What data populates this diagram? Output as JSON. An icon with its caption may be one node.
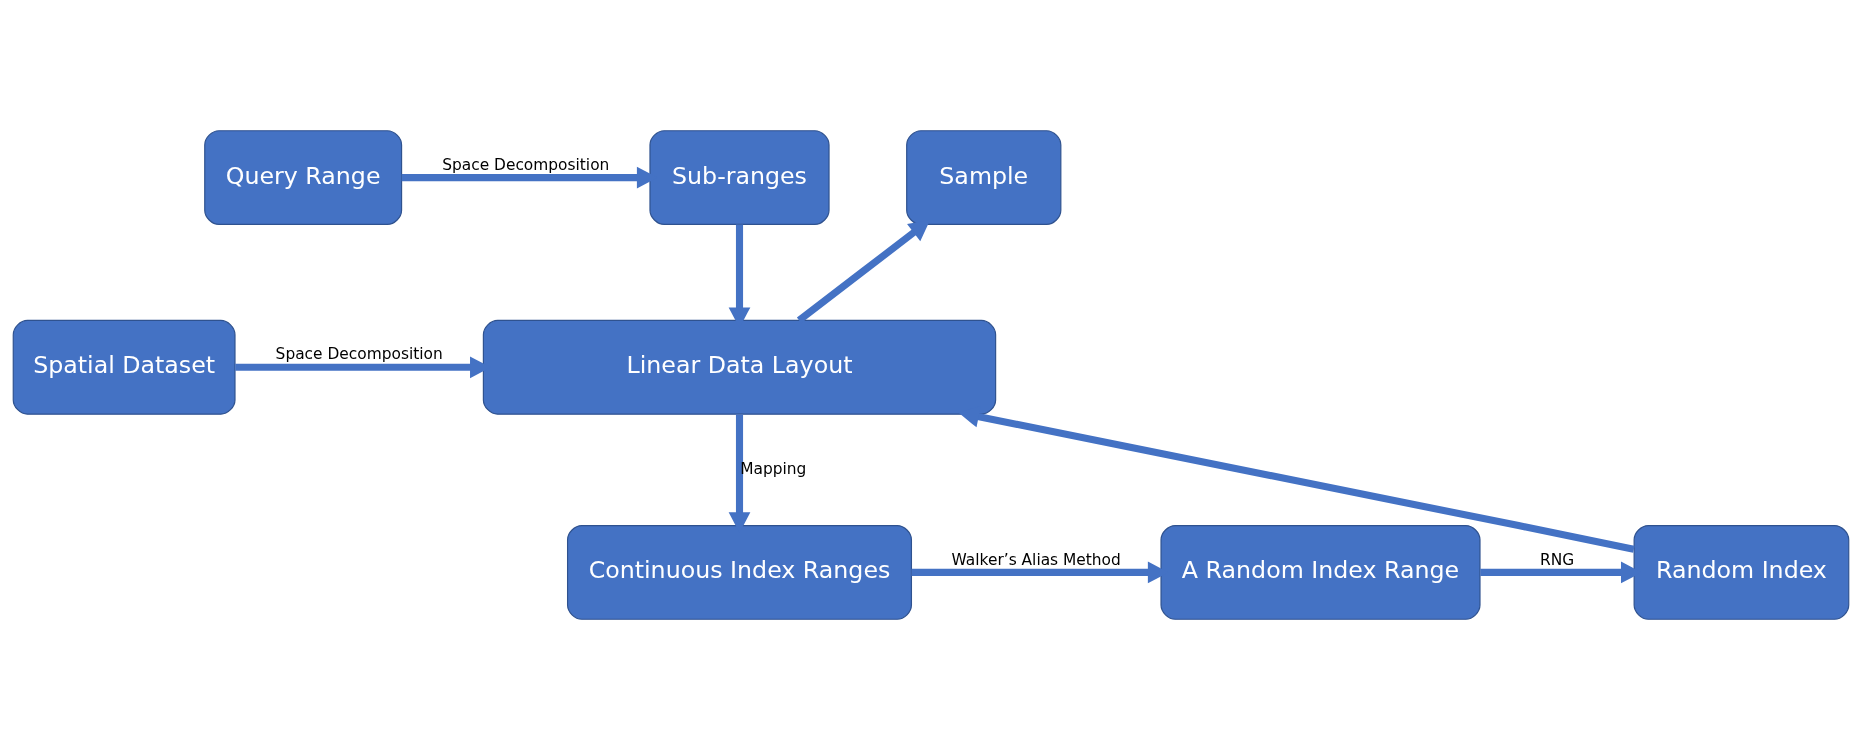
{
  "diagram": {
    "nodes": [
      {
        "text": [
          "Query Range"
        ]
      },
      {
        "text": [
          "Sub-ranges"
        ]
      },
      {
        "text": [
          "Sample"
        ]
      },
      {
        "text": [
          "Spatial Dataset"
        ]
      },
      {
        "text": [
          "Linear Data Layout"
        ]
      },
      {
        "text": [
          "Continuous Index Ranges"
        ]
      },
      {
        "text": [
          "A Random Index Range"
        ]
      },
      {
        "text": [
          "Random Index"
        ]
      }
    ],
    "edges": [
      {
        "from": 0,
        "to": 1,
        "arrow": "to",
        "label": "Space Decomposition"
      },
      {
        "from": 1,
        "to": 4,
        "arrow": "to"
      },
      {
        "from": 3,
        "to": 4,
        "arrow": "to",
        "label": "Space Decomposition"
      },
      {
        "from": 4,
        "to": 2,
        "arrow": "to"
      },
      {
        "from": 4,
        "to": 5,
        "arrow": "to",
        "label": "Mapping"
      },
      {
        "from": 5,
        "to": 6,
        "arrow": "to",
        "label": "Walker’s Alias Method"
      },
      {
        "from": 6,
        "to": 7,
        "arrow": "to",
        "label": "RNG"
      },
      {
        "from": 7,
        "to": 4,
        "arrow": "to"
      }
    ]
  }
}
